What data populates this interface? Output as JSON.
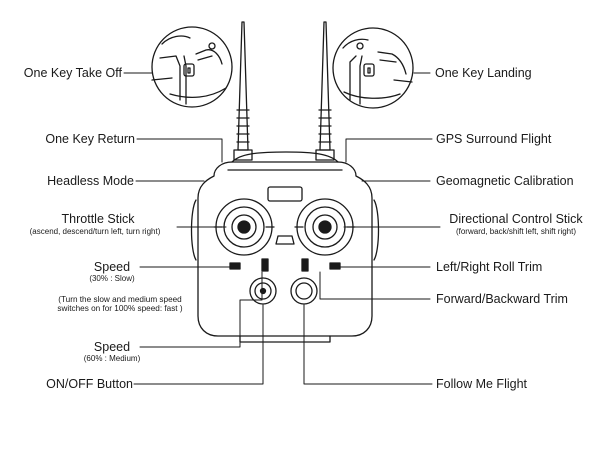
{
  "labels": {
    "one_key_take_off": "One Key Take Off",
    "one_key_landing": "One Key Landing",
    "one_key_return": "One Key Return",
    "gps_surround_flight": "GPS Surround Flight",
    "headless_mode": "Headless Mode",
    "geomagnetic_calibration": "Geomagnetic Calibration",
    "throttle_stick": "Throttle Stick",
    "throttle_stick_desc": "(ascend, descend/turn left, turn right)",
    "directional_control_stick": "Directional Control Stick",
    "directional_control_stick_desc": "(forward, back/shift left, shift right)",
    "speed_slow": "Speed",
    "speed_slow_desc": "(30% : Slow)",
    "speed_note": "(Turn the slow and medium speed switches on for 100% speed: fast )",
    "left_right_roll_trim": "Left/Right Roll Trim",
    "forward_backward_trim": "Forward/Backward Trim",
    "speed_medium": "Speed",
    "speed_medium_desc": "(60% : Medium)",
    "on_off_button": "ON/OFF Button",
    "follow_me_flight": "Follow Me Flight"
  },
  "colors": {
    "line": "#1a1a1a",
    "text": "#1a1a1a",
    "background": "#ffffff"
  }
}
